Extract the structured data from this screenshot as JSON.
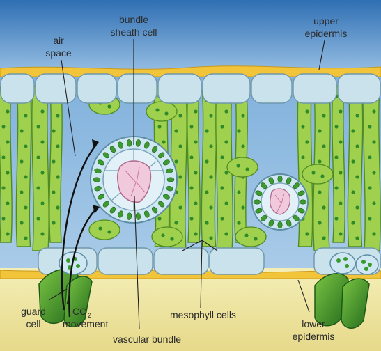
{
  "labels": {
    "bundle_sheath_1": "bundle",
    "bundle_sheath_2": "sheath cell",
    "air_space_1": "air",
    "air_space_2": "space",
    "upper_epidermis_1": "upper",
    "upper_epidermis_2": "epidermis",
    "guard_cell_1": "guard",
    "guard_cell_2": "cell",
    "co2_main": "CO",
    "co2_sub": "2",
    "co2_movement": "movement",
    "mesophyll": "mesophyll cells",
    "lower_epidermis_1": "lower",
    "lower_epidermis_2": "epidermis",
    "vascular_bundle": "vascular bundle"
  },
  "colors": {
    "sky_top": "#2f6fb3",
    "sky_bottom": "#9cc3e6",
    "ground": "#efe6a0",
    "cuticle": "#f2c43a",
    "epidermis_cell": "#c9e2ec",
    "epidermis_stroke": "#6f98ab",
    "mesophyll": "#9fd14f",
    "mesophyll_stroke": "#4f8b22",
    "chloroplast": "#2f8a2a",
    "sheath": "#cfe7f3",
    "xylem": "#f1c9dd",
    "guard": "#3d9b2d"
  }
}
